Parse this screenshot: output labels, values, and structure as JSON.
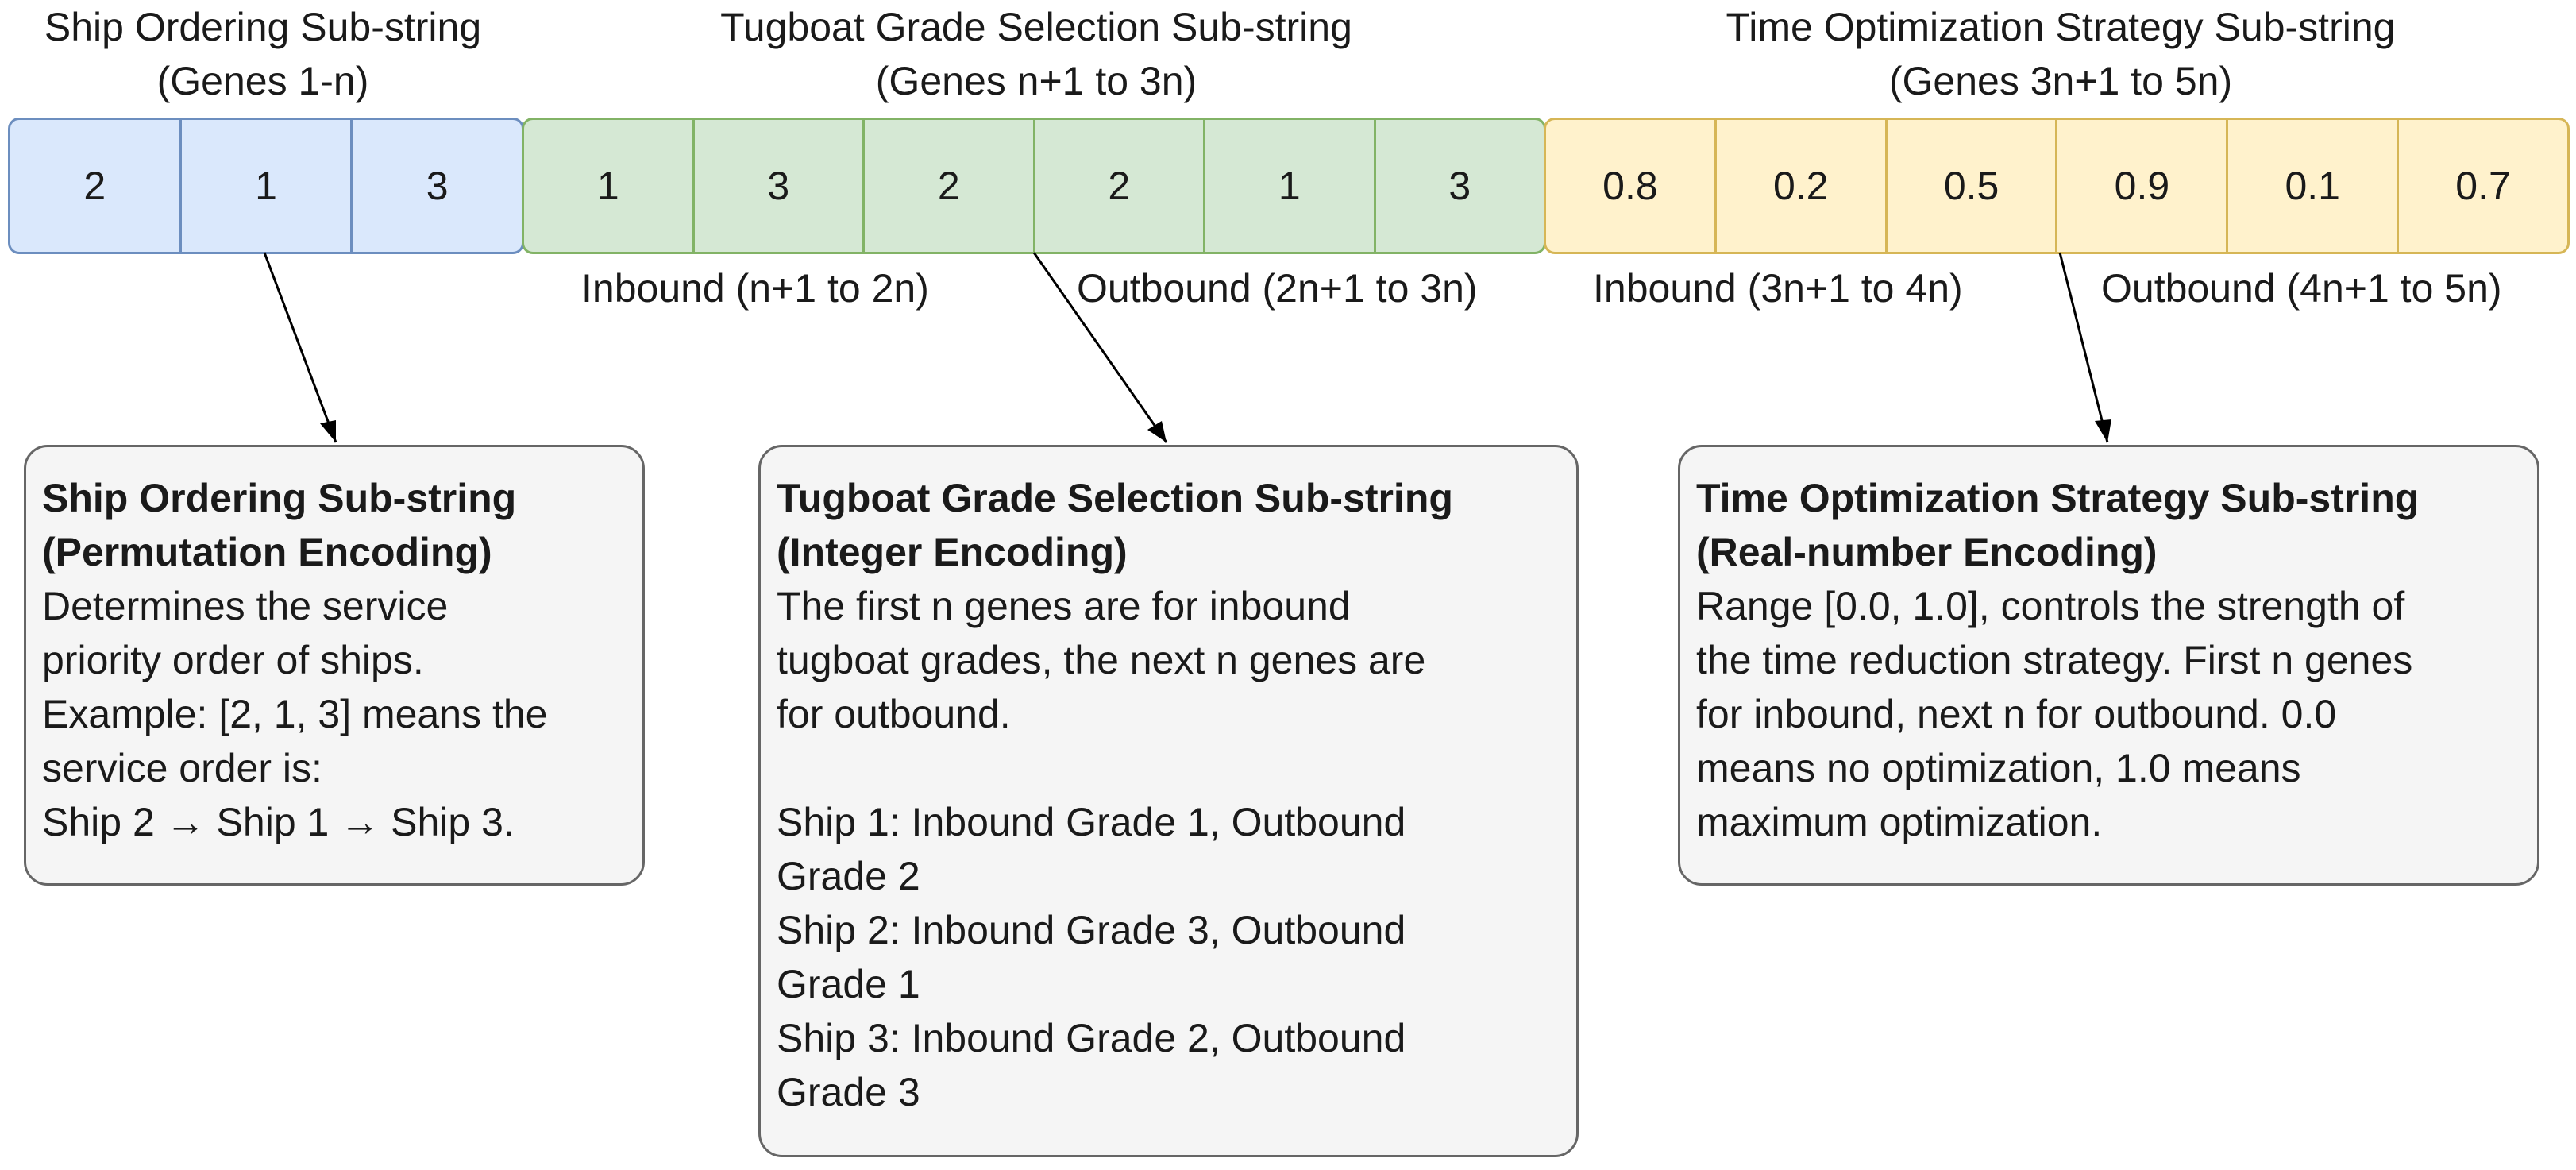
{
  "headers": {
    "order": {
      "title": "Ship Ordering Sub-string",
      "genes": "(Genes 1-n)"
    },
    "tug": {
      "title": "Tugboat Grade Selection Sub-string",
      "genes": "(Genes n+1 to 3n)"
    },
    "time": {
      "title": "Time Optimization Strategy Sub-string",
      "genes": "(Genes 3n+1 to 5n)"
    }
  },
  "chromosome": {
    "order": [
      "2",
      "1",
      "3"
    ],
    "tug": [
      "1",
      "3",
      "2",
      "2",
      "1",
      "3"
    ],
    "time": [
      "0.8",
      "0.2",
      "0.5",
      "0.9",
      "0.1",
      "0.7"
    ]
  },
  "segment_labels": {
    "tug_inbound": "Inbound (n+1 to 2n)",
    "tug_outbound": "Outbound (2n+1 to 3n)",
    "time_inbound": "Inbound (3n+1 to 4n)",
    "time_outbound": "Outbound (4n+1 to 5n)"
  },
  "boxes": {
    "order": {
      "title_1": "Ship Ordering Sub-string",
      "title_2": "(Permutation Encoding)",
      "lines": [
        "Determines the service",
        "priority order of ships.",
        "Example: [2, 1, 3] means the",
        "service order is:",
        "Ship 2 → Ship 1 → Ship 3."
      ]
    },
    "tug": {
      "title_1": "Tugboat Grade Selection Sub-string",
      "title_2": "(Integer Encoding)",
      "lines": [
        "The first n genes are for inbound",
        "tugboat grades, the next n genes are",
        "for outbound.",
        "",
        "Ship 1: Inbound Grade 1, Outbound",
        "Grade 2",
        "Ship 2: Inbound Grade 3, Outbound",
        "Grade 1",
        "Ship 3: Inbound Grade 2, Outbound",
        "Grade 3"
      ]
    },
    "time": {
      "title_1": "Time Optimization Strategy Sub-string",
      "title_2": "(Real-number Encoding)",
      "lines": [
        "Range [0.0, 1.0], controls the strength of",
        "the time reduction strategy. First n genes",
        "for inbound, next n for outbound. 0.0",
        "means no optimization, 1.0 means",
        "maximum optimization."
      ]
    }
  },
  "colors": {
    "order_fill": "#dae8fc",
    "order_stroke": "#6c8ebf",
    "tug_fill": "#d5e8d4",
    "tug_stroke": "#82b366",
    "time_fill": "#fff2cc",
    "time_stroke": "#d6b656",
    "box_fill": "#f5f5f5",
    "box_stroke": "#666666"
  }
}
